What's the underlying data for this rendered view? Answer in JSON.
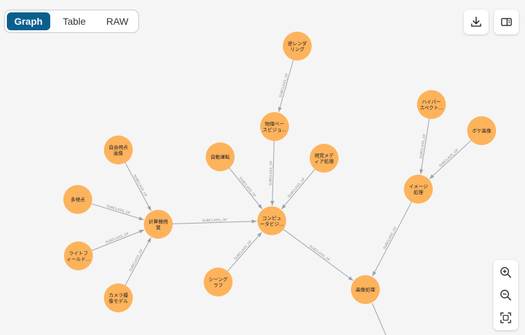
{
  "tabs": [
    {
      "label": "Graph",
      "active": true
    },
    {
      "label": "Table",
      "active": false
    },
    {
      "label": "RAW",
      "active": false
    }
  ],
  "toolbar": {
    "download_icon": "download-icon",
    "panel_icon": "side-panel-icon",
    "zoom_in_icon": "zoom-in-icon",
    "zoom_out_icon": "zoom-out-icon",
    "fit_icon": "fit-screen-icon"
  },
  "colors": {
    "node": "#fdb35c",
    "tab_active": "#0a5f8f",
    "edge": "#9aa3ad"
  },
  "graph": {
    "nodes": [
      {
        "id": "inverse_rendering",
        "lines": [
          "逆レンダ",
          "リング"
        ]
      },
      {
        "id": "physics_vision",
        "lines": [
          "物理ベー",
          "スビジョ..."
        ]
      },
      {
        "id": "autonomous_driving",
        "lines": [
          "自動運転"
        ]
      },
      {
        "id": "visual_media",
        "lines": [
          "視覚メデ",
          "ィア処理"
        ]
      },
      {
        "id": "free_viewpoint",
        "lines": [
          "自由視点",
          "画像"
        ]
      },
      {
        "id": "multiview",
        "lines": [
          "多視点"
        ]
      },
      {
        "id": "computational_vision",
        "lines": [
          "計算機視",
          "覚"
        ]
      },
      {
        "id": "computer_vision",
        "lines": [
          "コンピュ",
          "ータビジ..."
        ]
      },
      {
        "id": "light_field",
        "lines": [
          "ライトフ",
          "ィールド..."
        ]
      },
      {
        "id": "camera_model",
        "lines": [
          "カメラ撮",
          "像モデル"
        ]
      },
      {
        "id": "scene_graph",
        "lines": [
          "シーング",
          "ラフ"
        ]
      },
      {
        "id": "hyperspectral",
        "lines": [
          "ハイパー",
          "スペクト..."
        ]
      },
      {
        "id": "bokeh",
        "lines": [
          "ボケ画像"
        ]
      },
      {
        "id": "image_processing",
        "lines": [
          "イメージ",
          "処理"
        ]
      },
      {
        "id": "image_proc2",
        "lines": [
          "画像処理"
        ]
      }
    ],
    "edges": [
      {
        "from": "inverse_rendering",
        "to": "physics_vision",
        "label": "SUBCLASS_OF"
      },
      {
        "from": "physics_vision",
        "to": "computer_vision",
        "label": "SUBCLASS_OF"
      },
      {
        "from": "autonomous_driving",
        "to": "computer_vision",
        "label": "SUBCLASS_OF"
      },
      {
        "from": "visual_media",
        "to": "computer_vision",
        "label": "SUBCLASS_OF"
      },
      {
        "from": "free_viewpoint",
        "to": "computational_vision",
        "label": "SUBCLASS_OF"
      },
      {
        "from": "multiview",
        "to": "computational_vision",
        "label": "SUBCLASS_OF"
      },
      {
        "from": "light_field",
        "to": "computational_vision",
        "label": "SUBCLASS_OF"
      },
      {
        "from": "camera_model",
        "to": "computational_vision",
        "label": "SUBCLASS_OF"
      },
      {
        "from": "computational_vision",
        "to": "computer_vision",
        "label": "SUBCLASS_OF"
      },
      {
        "from": "scene_graph",
        "to": "computer_vision",
        "label": "SUBCLASS_OF"
      },
      {
        "from": "computer_vision",
        "to": "image_proc2",
        "label": "SUBCLASS_OF"
      },
      {
        "from": "hyperspectral",
        "to": "image_processing",
        "label": "SUBCLASS_OF"
      },
      {
        "from": "bokeh",
        "to": "image_processing",
        "label": "SUBCLASS_OF"
      },
      {
        "from": "image_processing",
        "to": "image_proc2",
        "label": "SUBCLASS_OF"
      }
    ]
  }
}
